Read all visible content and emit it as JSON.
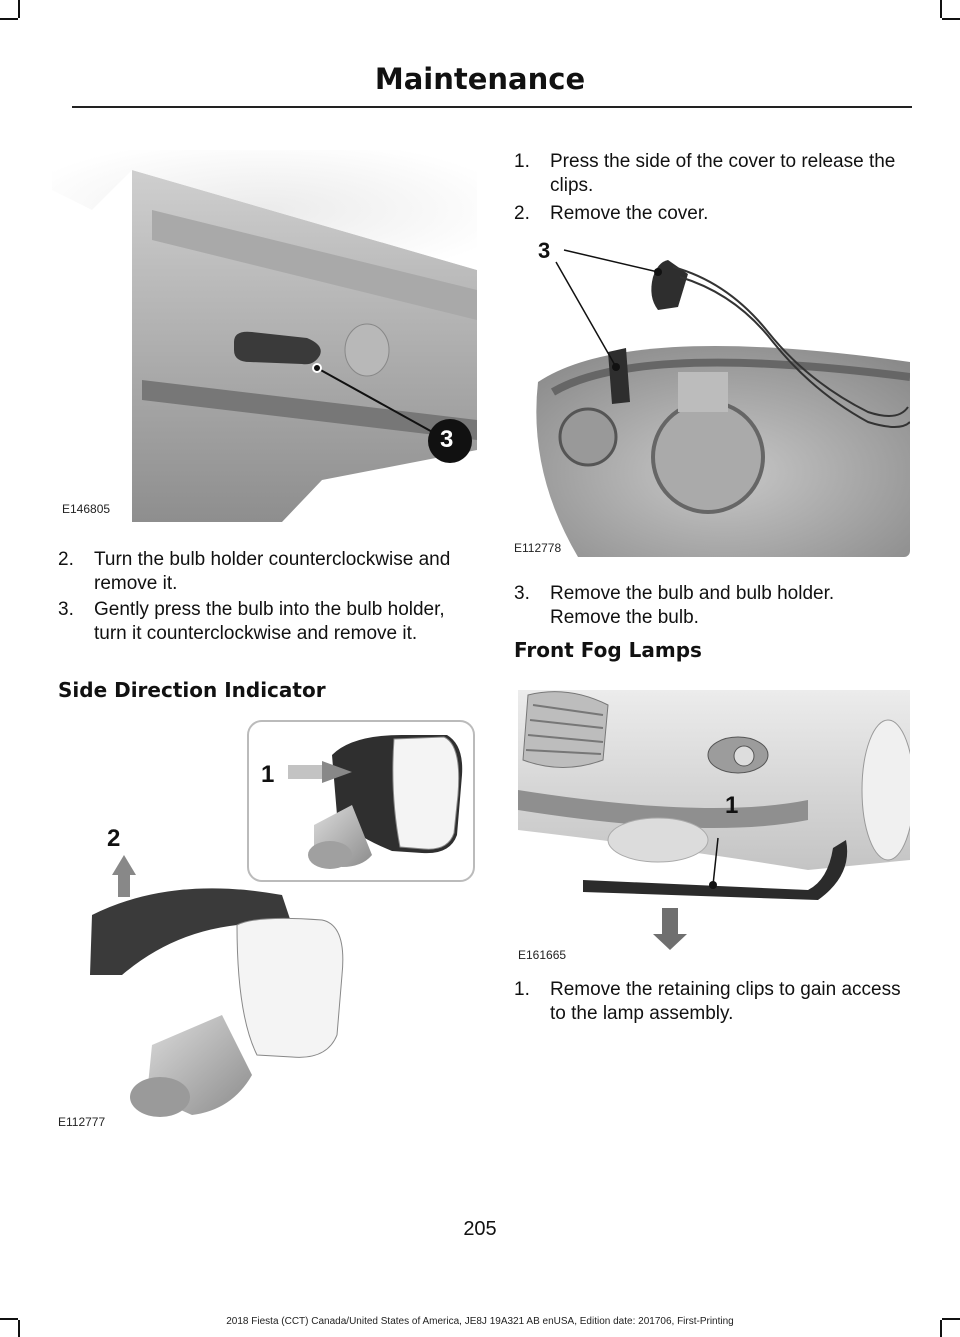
{
  "header": {
    "title": "Maintenance"
  },
  "left_column": {
    "figure1": {
      "code": "E146805",
      "callout": "3"
    },
    "steps_a": [
      {
        "num": "2.",
        "text": "Turn the bulb holder counterclockwise and remove it."
      },
      {
        "num": "3.",
        "text": "Gently press the bulb into the bulb holder, turn it counterclockwise and remove it."
      }
    ],
    "heading_side": "Side Direction Indicator",
    "figure2": {
      "code": "E112777",
      "callout_1": "1",
      "callout_2": "2"
    }
  },
  "right_column": {
    "steps_b": [
      {
        "num": "1.",
        "text": "Press the side of the cover to release the clips."
      },
      {
        "num": "2.",
        "text": "Remove the cover."
      }
    ],
    "figure3": {
      "code": "E112778",
      "callout": "3"
    },
    "step_c": {
      "num": "3.",
      "text": "Remove the bulb and bulb holder. Remove the bulb."
    },
    "heading_fog": "Front Fog Lamps",
    "figure4": {
      "code": "E161665",
      "callout": "1"
    },
    "step_d": {
      "num": "1.",
      "text": "Remove the retaining clips to gain access to the lamp assembly."
    }
  },
  "page_number": "205",
  "footer": "2018 Fiesta (CCT) Canada/United States of America, JE8J 19A321 AB enUSA, Edition date: 201706, First-Printing"
}
